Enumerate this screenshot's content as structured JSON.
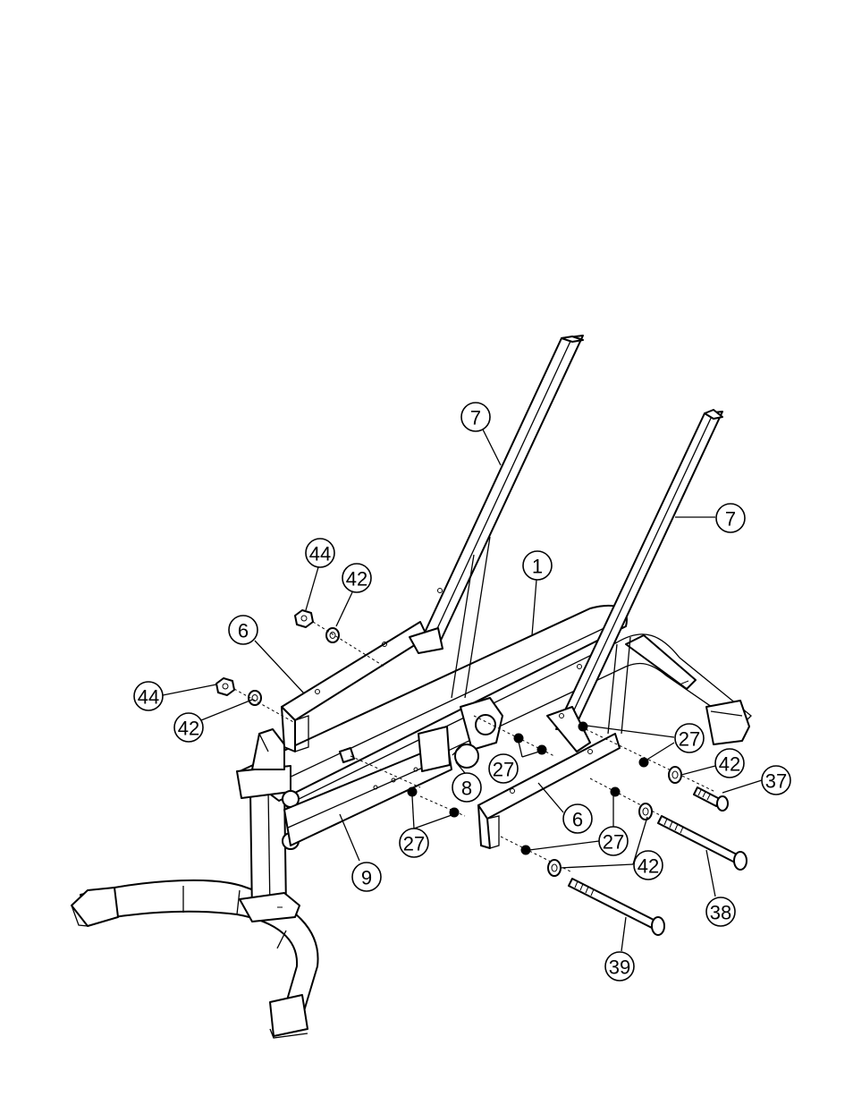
{
  "callouts": [
    {
      "label": "7"
    },
    {
      "label": "7"
    },
    {
      "label": "1"
    },
    {
      "label": "44"
    },
    {
      "label": "42"
    },
    {
      "label": "6"
    },
    {
      "label": "44"
    },
    {
      "label": "42"
    },
    {
      "label": "27"
    },
    {
      "label": "42"
    },
    {
      "label": "37"
    },
    {
      "label": "27"
    },
    {
      "label": "8"
    },
    {
      "label": "6"
    },
    {
      "label": "27"
    },
    {
      "label": "27"
    },
    {
      "label": "42"
    },
    {
      "label": "38"
    },
    {
      "label": "9"
    },
    {
      "label": "39"
    }
  ]
}
